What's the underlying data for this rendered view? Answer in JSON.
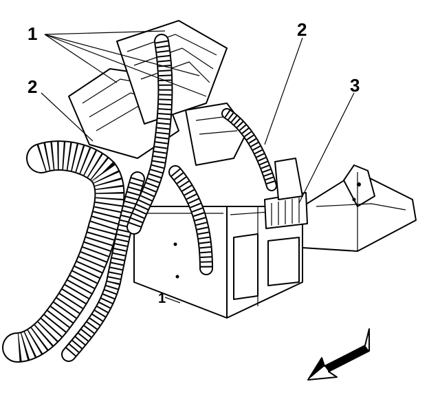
{
  "callouts": {
    "c1_top": "1",
    "c2_left": "2",
    "c2_right": "2",
    "c3": "3",
    "c1_bottom": "1"
  },
  "colors": {
    "ink": "#000000",
    "paper": "#ffffff"
  },
  "icons": {
    "direction_arrow": "front-direction-arrow-icon"
  }
}
